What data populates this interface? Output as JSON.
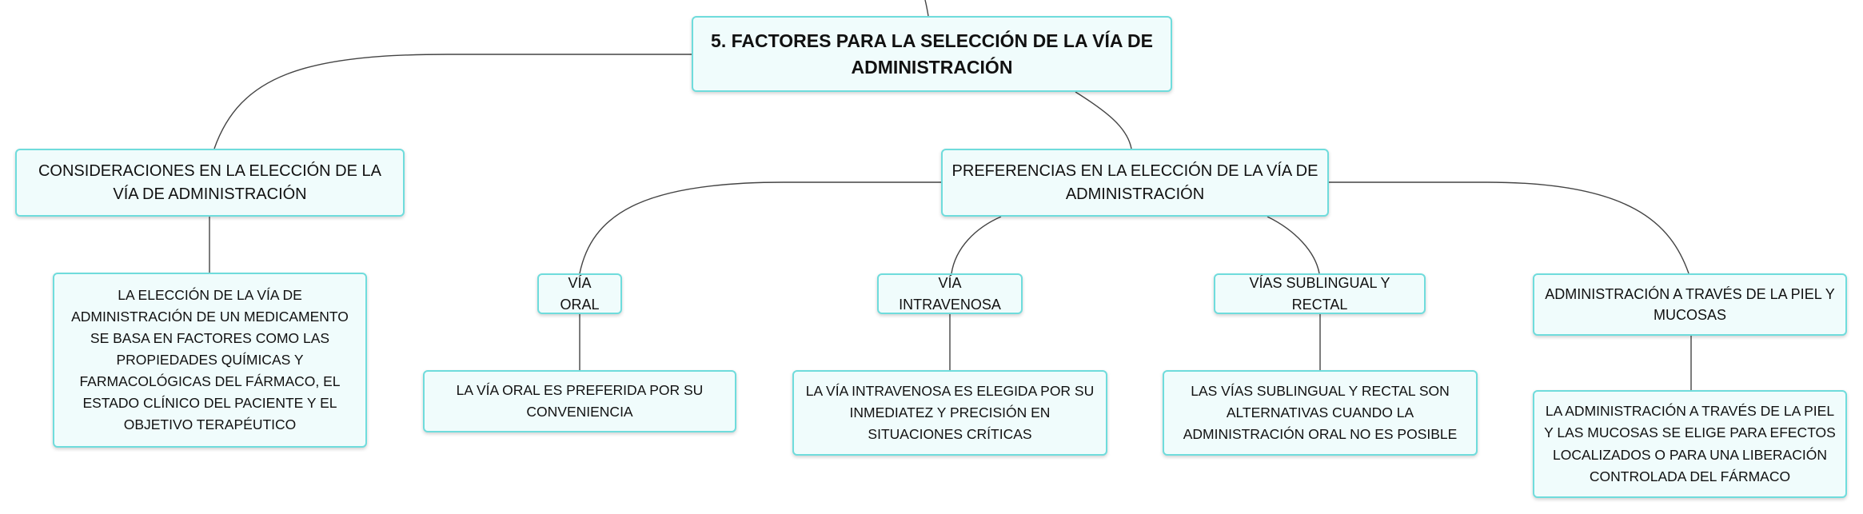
{
  "diagram": {
    "root": {
      "label": "5. FACTORES PARA LA SELECCIÓN DE LA VÍA DE ADMINISTRACIÓN"
    },
    "considerations": {
      "label": "CONSIDERACIONES EN LA ELECCIÓN DE LA VÍA DE ADMINISTRACIÓN",
      "detail": "LA ELECCIÓN DE LA VÍA DE ADMINISTRACIÓN DE UN MEDICAMENTO SE BASA EN FACTORES COMO LAS PROPIEDADES QUÍMICAS Y FARMACOLÓGICAS DEL FÁRMACO, EL ESTADO CLÍNICO DEL PACIENTE Y EL OBJETIVO TERAPÉUTICO"
    },
    "preferences": {
      "label": "PREFERENCIAS EN LA ELECCIÓN DE LA VÍA DE ADMINISTRACIÓN",
      "routes": [
        {
          "label": "VÍA ORAL",
          "detail": "LA VÍA ORAL ES PREFERIDA POR SU CONVENIENCIA"
        },
        {
          "label": "VÍA INTRAVENOSA",
          "detail": "LA VÍA INTRAVENOSA ES ELEGIDA POR SU INMEDIATEZ Y PRECISIÓN EN SITUACIONES CRÍTICAS"
        },
        {
          "label": "VÍAS SUBLINGUAL Y RECTAL",
          "detail": "LAS VÍAS SUBLINGUAL Y RECTAL SON ALTERNATIVAS CUANDO LA ADMINISTRACIÓN ORAL NO ES POSIBLE"
        },
        {
          "label": "ADMINISTRACIÓN A TRAVÉS DE LA PIEL Y MUCOSAS",
          "detail": "LA ADMINISTRACIÓN A TRAVÉS DE LA PIEL Y LAS MUCOSAS SE ELIGE PARA EFECTOS LOCALIZADOS O PARA UNA LIBERACIÓN CONTROLADA DEL FÁRMACO"
        }
      ]
    },
    "colors": {
      "node_border": "#6fdcdc",
      "node_fill": "#f0fcfc",
      "connector": "#444444"
    }
  }
}
